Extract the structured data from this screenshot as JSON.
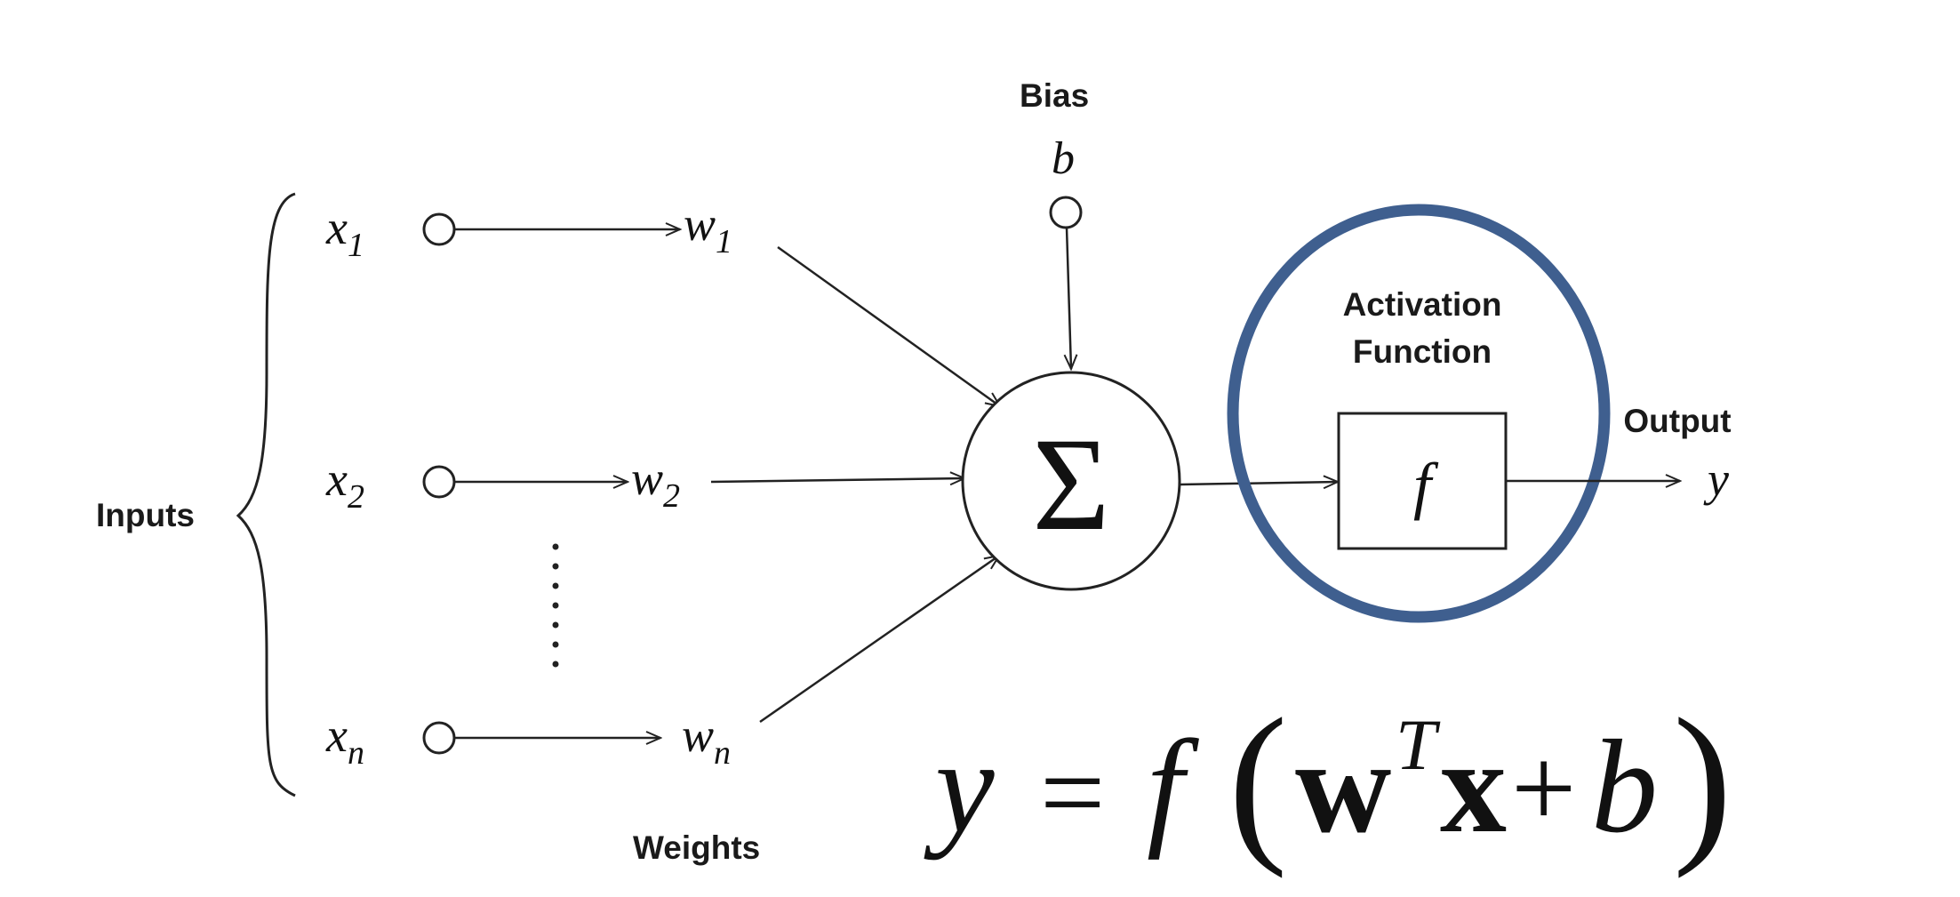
{
  "labels": {
    "inputs": "Inputs",
    "weights": "Weights",
    "bias": "Bias",
    "bias_symbol": "b",
    "activation_line1": "Activation",
    "activation_line2": "Function",
    "output": "Output",
    "output_symbol": "y",
    "sum_symbol": "Σ",
    "function_symbol": "f"
  },
  "inputs": [
    {
      "base": "x",
      "sub": "1"
    },
    {
      "base": "x",
      "sub": "2"
    },
    {
      "base": "x",
      "sub": "n"
    }
  ],
  "weights": [
    {
      "base": "w",
      "sub": "1"
    },
    {
      "base": "w",
      "sub": "2"
    },
    {
      "base": "w",
      "sub": "n"
    }
  ],
  "equation": {
    "lhs": "y",
    "equals": "=",
    "func": "f",
    "open_paren": "(",
    "w": "w",
    "superscript": "T",
    "x": "x",
    "plus": "+",
    "b": "b",
    "close_paren": ")"
  },
  "colors": {
    "highlight_ellipse": "#3f5f8f",
    "stroke": "#222222"
  }
}
